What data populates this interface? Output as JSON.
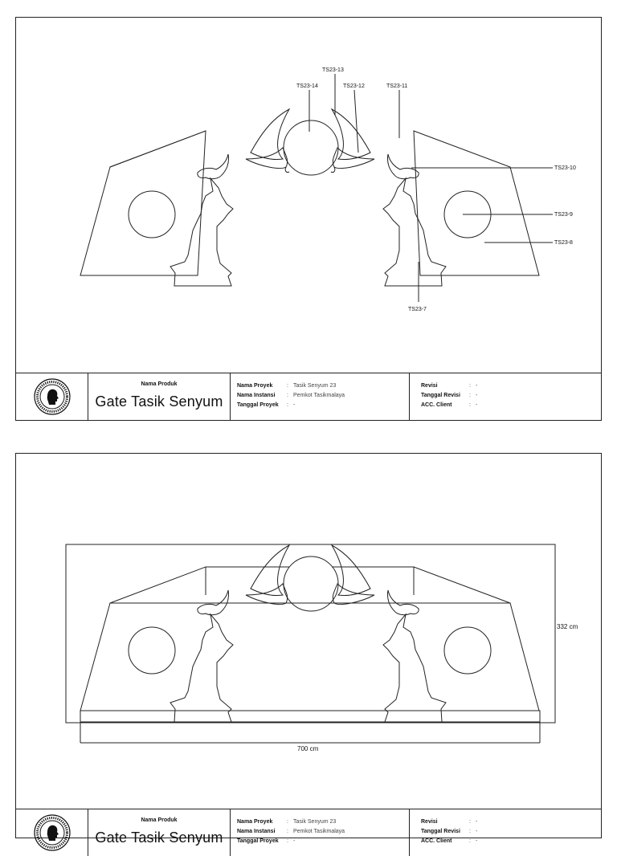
{
  "callouts": [
    "TS23-13",
    "TS23-14",
    "TS23-12",
    "TS23-11",
    "TS23-10",
    "TS23-9",
    "TS23-8",
    "TS23-7"
  ],
  "dimensions": {
    "height": "332 cm",
    "width": "700 cm"
  },
  "title_block": {
    "product_label": "Nama Produk",
    "product_name": "Gate Tasik Senyum",
    "project_rows": [
      {
        "key": "Nama Proyek",
        "value": "Tasik Senyum 23"
      },
      {
        "key": "Nama Instansi",
        "value": "Pemkot Tasikmalaya"
      },
      {
        "key": "Tanggal Proyek",
        "value": "-"
      }
    ],
    "revision_rows": [
      {
        "key": "Revisi",
        "value": "-"
      },
      {
        "key": "Tanggal Revisi",
        "value": "-"
      },
      {
        "key": "ACC. Client",
        "value": "-"
      }
    ],
    "colon": ":"
  },
  "colors": {
    "line": "#222222",
    "background": "#ffffff"
  },
  "icons": {
    "logo": "company-seal-logo"
  }
}
